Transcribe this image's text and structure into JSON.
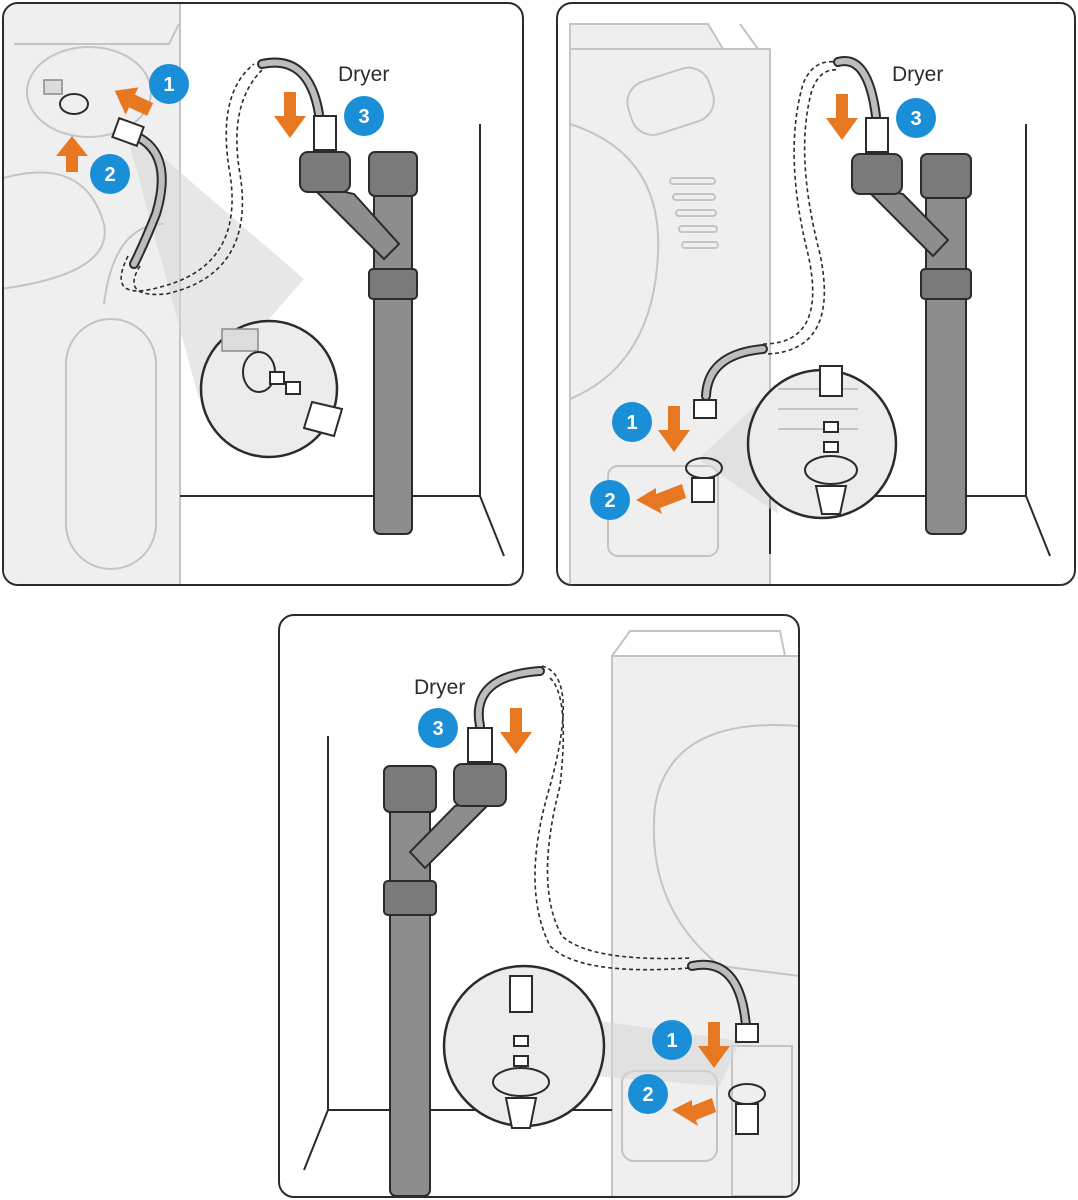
{
  "panels": [
    {
      "label": "Dryer",
      "steps": [
        "1",
        "2",
        "3"
      ]
    },
    {
      "label": "Dryer",
      "steps": [
        "1",
        "2",
        "3"
      ]
    },
    {
      "label": "Dryer",
      "steps": [
        "1",
        "2",
        "3"
      ]
    }
  ],
  "colors": {
    "arrow": "#e87722",
    "badge": "#1a8fd8",
    "pipe": "#8d8d8d",
    "appliance": "#efefef"
  }
}
